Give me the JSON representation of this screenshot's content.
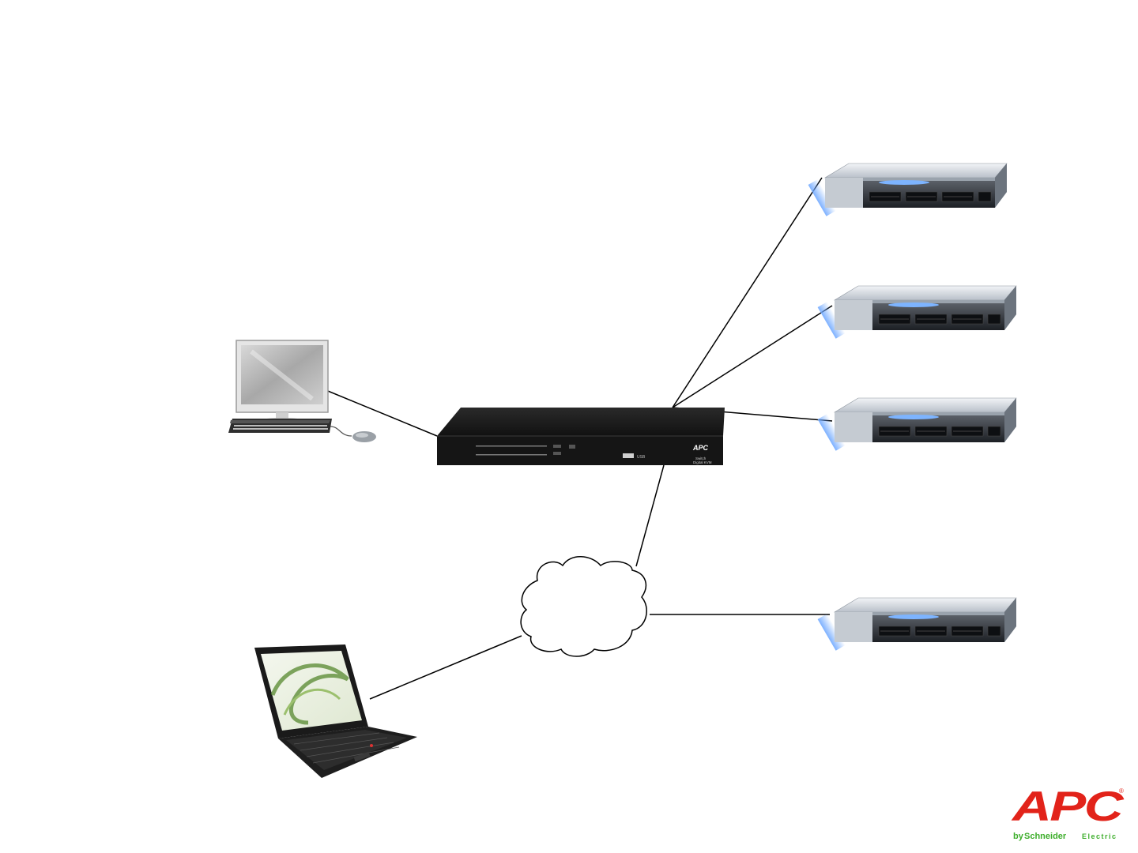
{
  "kvm_switch": {
    "brand": "APC",
    "model_line1": "Switch",
    "model_line2": "Digital KVM",
    "usb_label": "USB"
  },
  "logo": {
    "brand": "APC",
    "tagline_prefix": "by",
    "tagline_company": "Schneider",
    "tagline_suffix": "Electric",
    "brand_color": "#e2231a",
    "accent_color": "#3dae2b"
  },
  "icons": [
    "desktop-workstation-icon",
    "laptop-icon",
    "network-cloud-icon",
    "rack-server-icon",
    "kvm-switch-icon"
  ]
}
